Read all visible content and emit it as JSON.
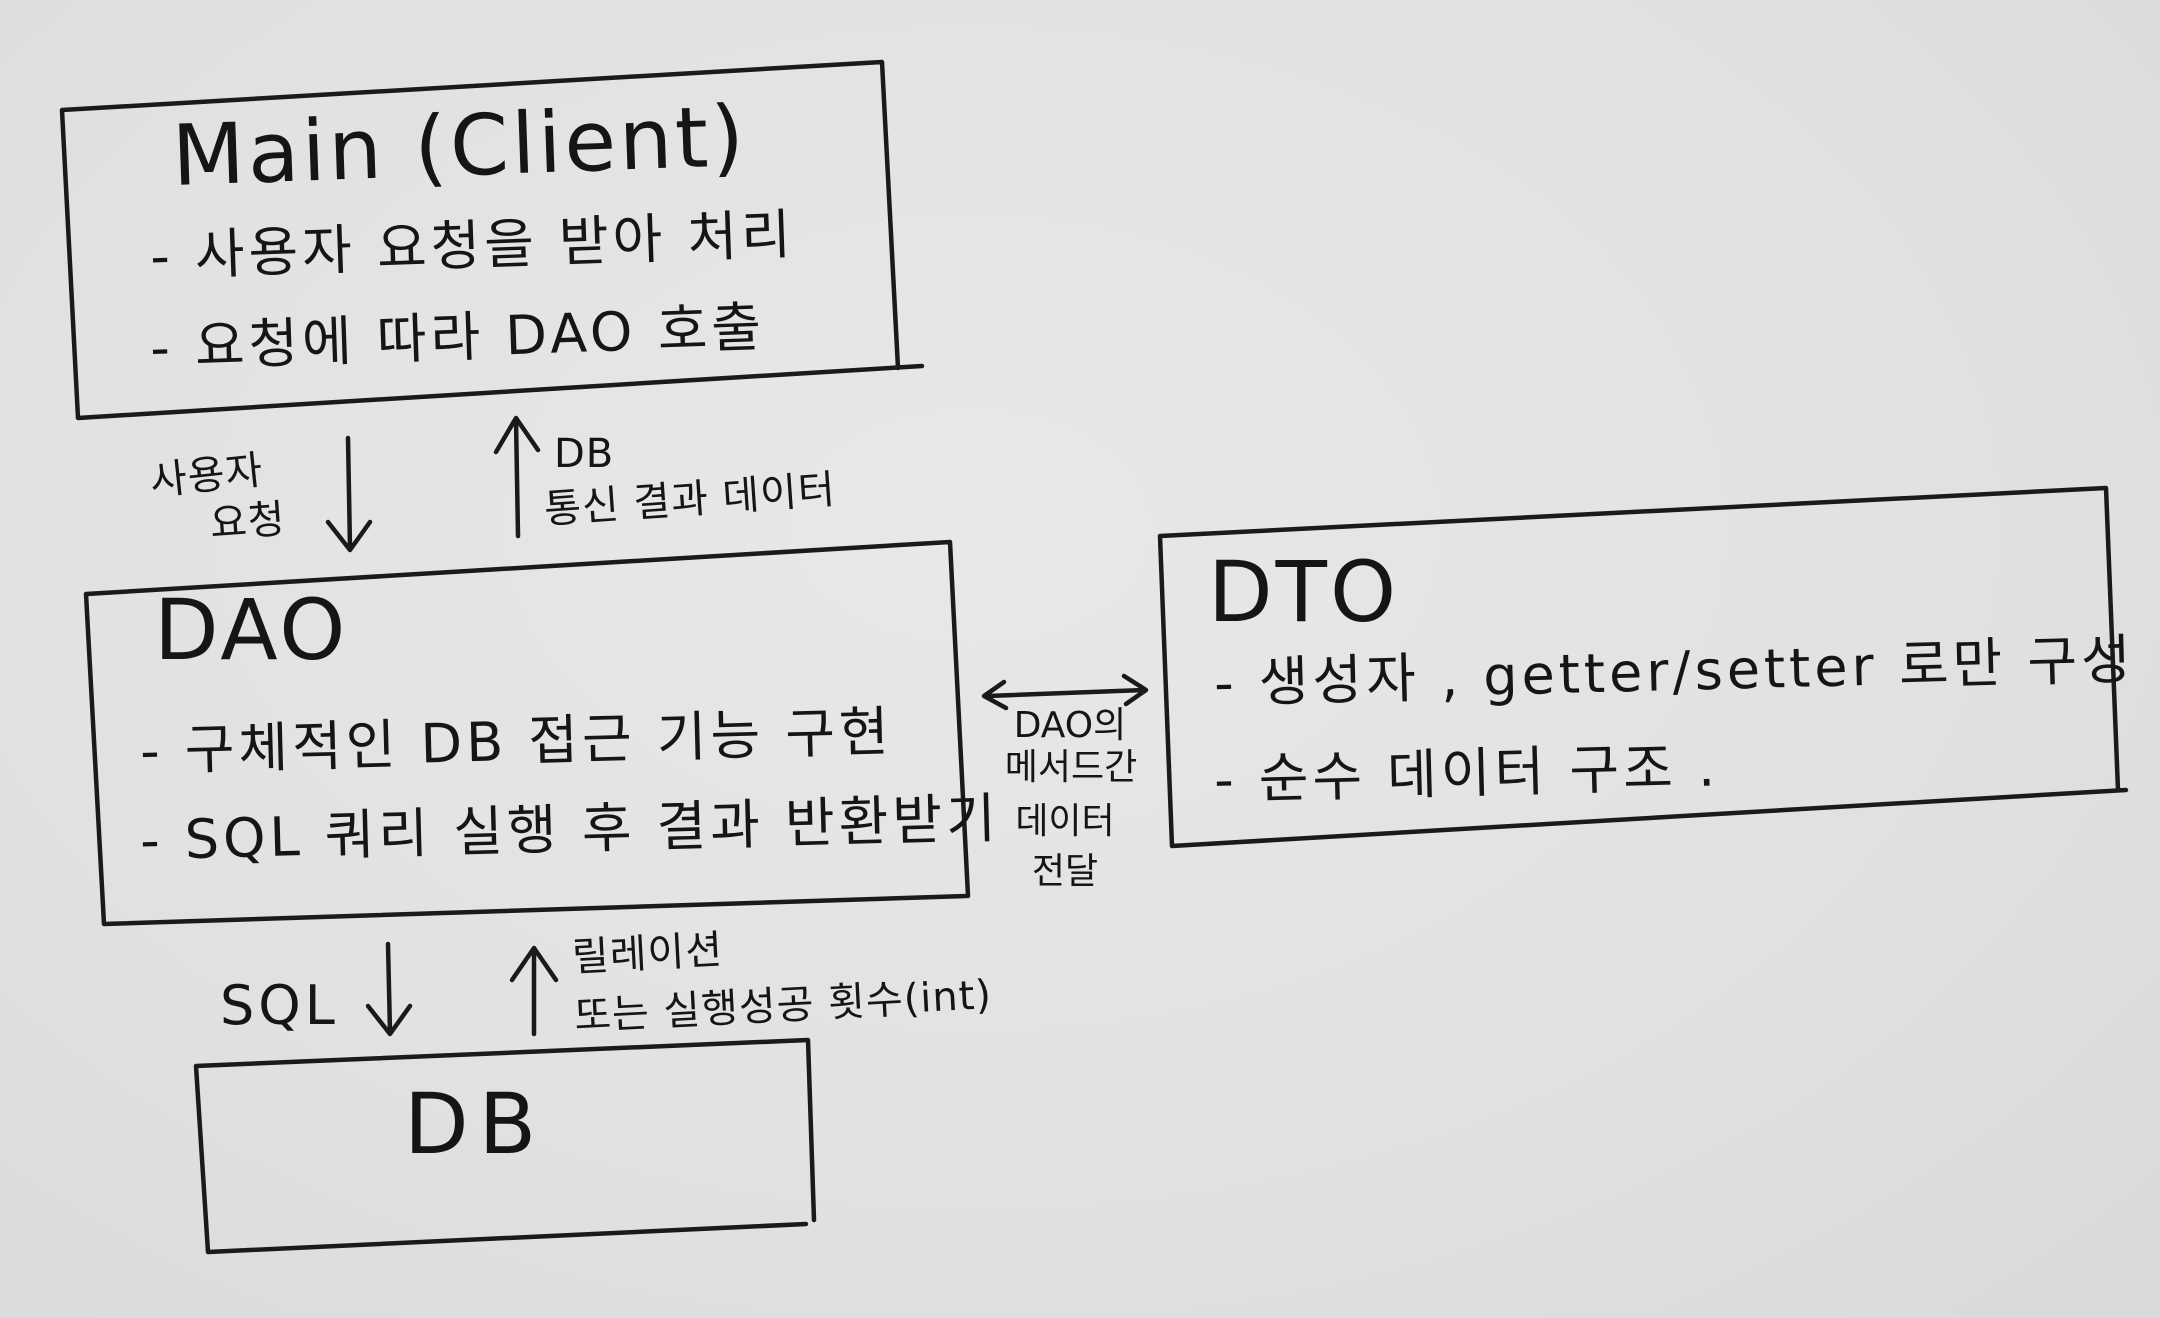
{
  "boxes": {
    "main": {
      "title": "Main (Client)",
      "items": [
        "- 사용자 요청을 받아 처리",
        "- 요청에 따라 DAO 호출"
      ]
    },
    "dao": {
      "title": "DAO",
      "items": [
        "- 구체적인 DB 접근 기능 구현",
        "- SQL 쿼리 실행 후 결과 반환받기"
      ]
    },
    "dto": {
      "title": "DTO",
      "items": [
        "- 생성자 , getter/setter 로만 구성",
        "- 순수 데이터 구조 ."
      ]
    },
    "db": {
      "title": "DB"
    }
  },
  "arrows": {
    "main_to_dao": {
      "label_line1": "사용자",
      "label_line2": "요청"
    },
    "dao_to_main": {
      "label_line1": "DB",
      "label_line2": "통신 결과 데이터"
    },
    "dao_dto": {
      "label_line1": "DAO의",
      "label_line2": "메서드간",
      "label_line3": "데이터",
      "label_line4": "전달"
    },
    "dao_to_db": {
      "label": "SQL"
    },
    "db_to_dao": {
      "label_line1": "릴레이션",
      "label_line2": "또는 실행성공 횟수(int)"
    }
  }
}
